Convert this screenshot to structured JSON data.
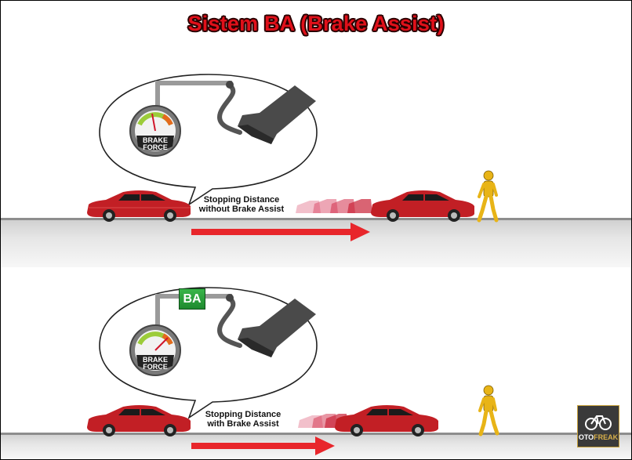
{
  "title": "Sistem BA (Brake Assist)",
  "panels": [
    {
      "gauge_label_line1": "BRAKE",
      "gauge_label_line2": "FORCE",
      "distance_label_line1": "Stopping Distance",
      "distance_label_line2": "without Brake Assist"
    },
    {
      "badge": "BA",
      "gauge_label_line1": "BRAKE",
      "gauge_label_line2": "FORCE",
      "distance_label_line1": "Stopping Distance",
      "distance_label_line2": "with Brake Assist"
    }
  ],
  "logo": {
    "part1": "OTO",
    "part2": "FREAK"
  },
  "colors": {
    "title": "#e0101a",
    "arrow": "#e8262b",
    "car_body": "#c21f25",
    "ba_badge": "#2aa33c",
    "dummy": "#e8b417"
  },
  "icons": [
    "brake-force-gauge-icon",
    "brake-pedal-icon",
    "driver-foot-icon",
    "car-icon",
    "crash-test-dummy-icon",
    "bicycle-logo-icon"
  ]
}
